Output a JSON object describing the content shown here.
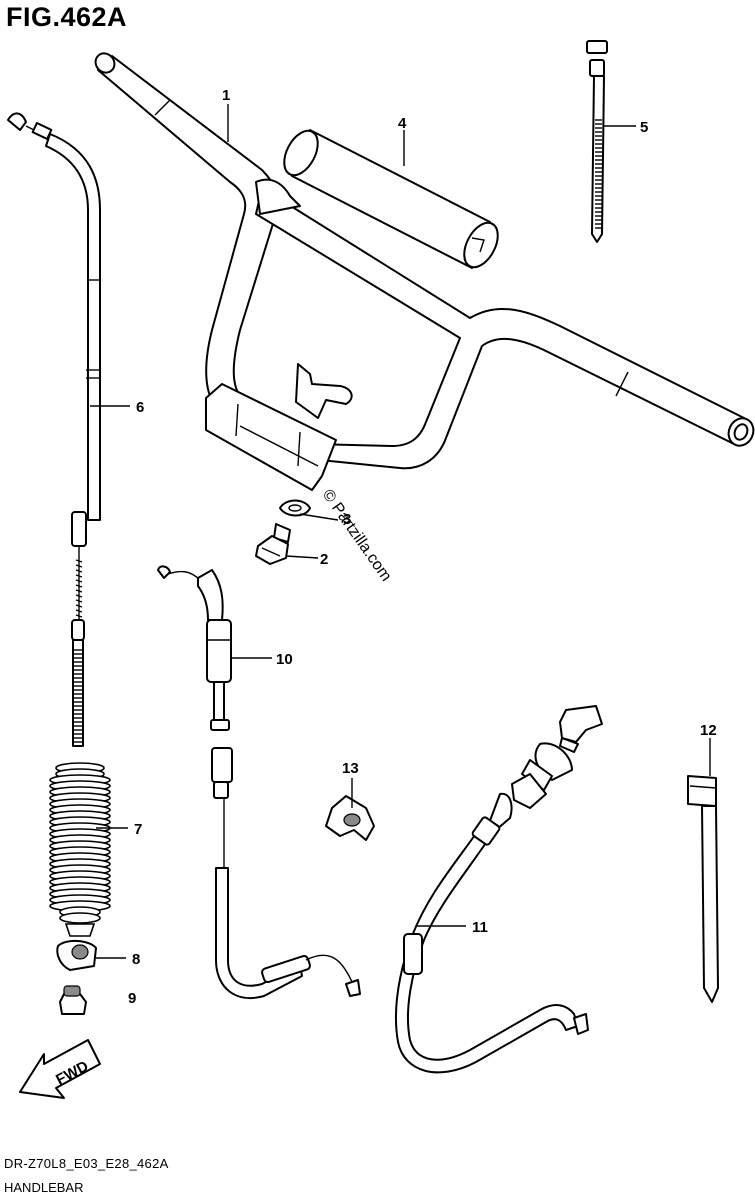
{
  "figure": {
    "title": "FIG.462A",
    "model_code": "DR-Z70L8_E03_E28_462A",
    "section_name": "HANDLEBAR"
  },
  "watermark": "© Partzilla.com",
  "fwd_label": "FWD",
  "callouts": [
    "1",
    "2",
    "3",
    "4",
    "5",
    "6",
    "7",
    "8",
    "9",
    "10",
    "11",
    "12",
    "13"
  ]
}
